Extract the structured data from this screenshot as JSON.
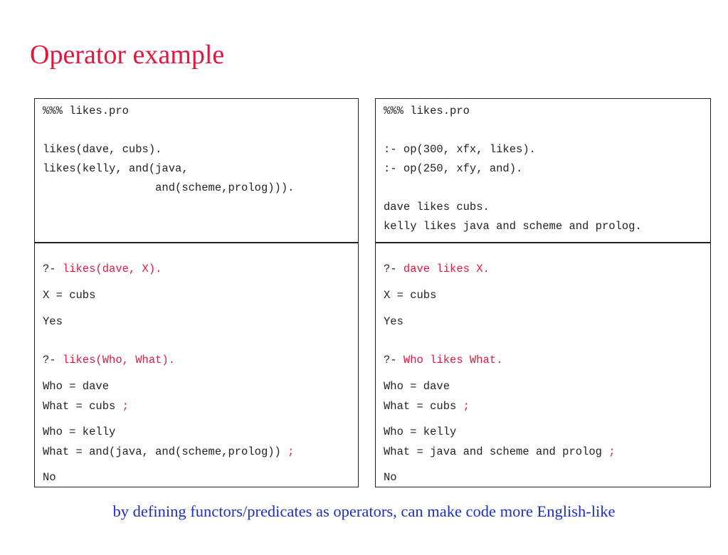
{
  "slide": {
    "title": "Operator example",
    "caption": "by defining functors/predicates as operators, can make code more English-like"
  },
  "left": {
    "program": [
      "%%% likes.pro",
      "likes(dave, cubs).",
      "likes(kelly, and(java,",
      "                 and(scheme,prolog)))."
    ],
    "session": {
      "prompt": "?- ",
      "q1": "likes(dave, X).",
      "a1": "X = cubs",
      "yes": "Yes",
      "q2": "likes(Who, What).",
      "a2_1": "Who = dave",
      "a2_2": "What = cubs ",
      "a2_3": "Who = kelly",
      "a2_4": "What = and(java, and(scheme,prolog)) ",
      "semicolon": ";",
      "no": "No"
    }
  },
  "right": {
    "program": [
      "%%% likes.pro",
      ":- op(300, xfx, likes).",
      ":- op(250, xfy, and).",
      "dave likes cubs.",
      "kelly likes java and scheme and prolog."
    ],
    "session": {
      "prompt": "?- ",
      "q1": "dave likes X.",
      "a1": "X = cubs",
      "yes": "Yes",
      "q2": "Who likes What.",
      "a2_1": "Who = dave",
      "a2_2": "What = cubs ",
      "a2_3": "Who = kelly",
      "a2_4": "What = java and scheme and prolog ",
      "semicolon": ";",
      "no": "No"
    }
  },
  "colors": {
    "title": "#e3173e",
    "query": "#e3173e",
    "caption": "#1e2fbf",
    "code": "#222222"
  }
}
